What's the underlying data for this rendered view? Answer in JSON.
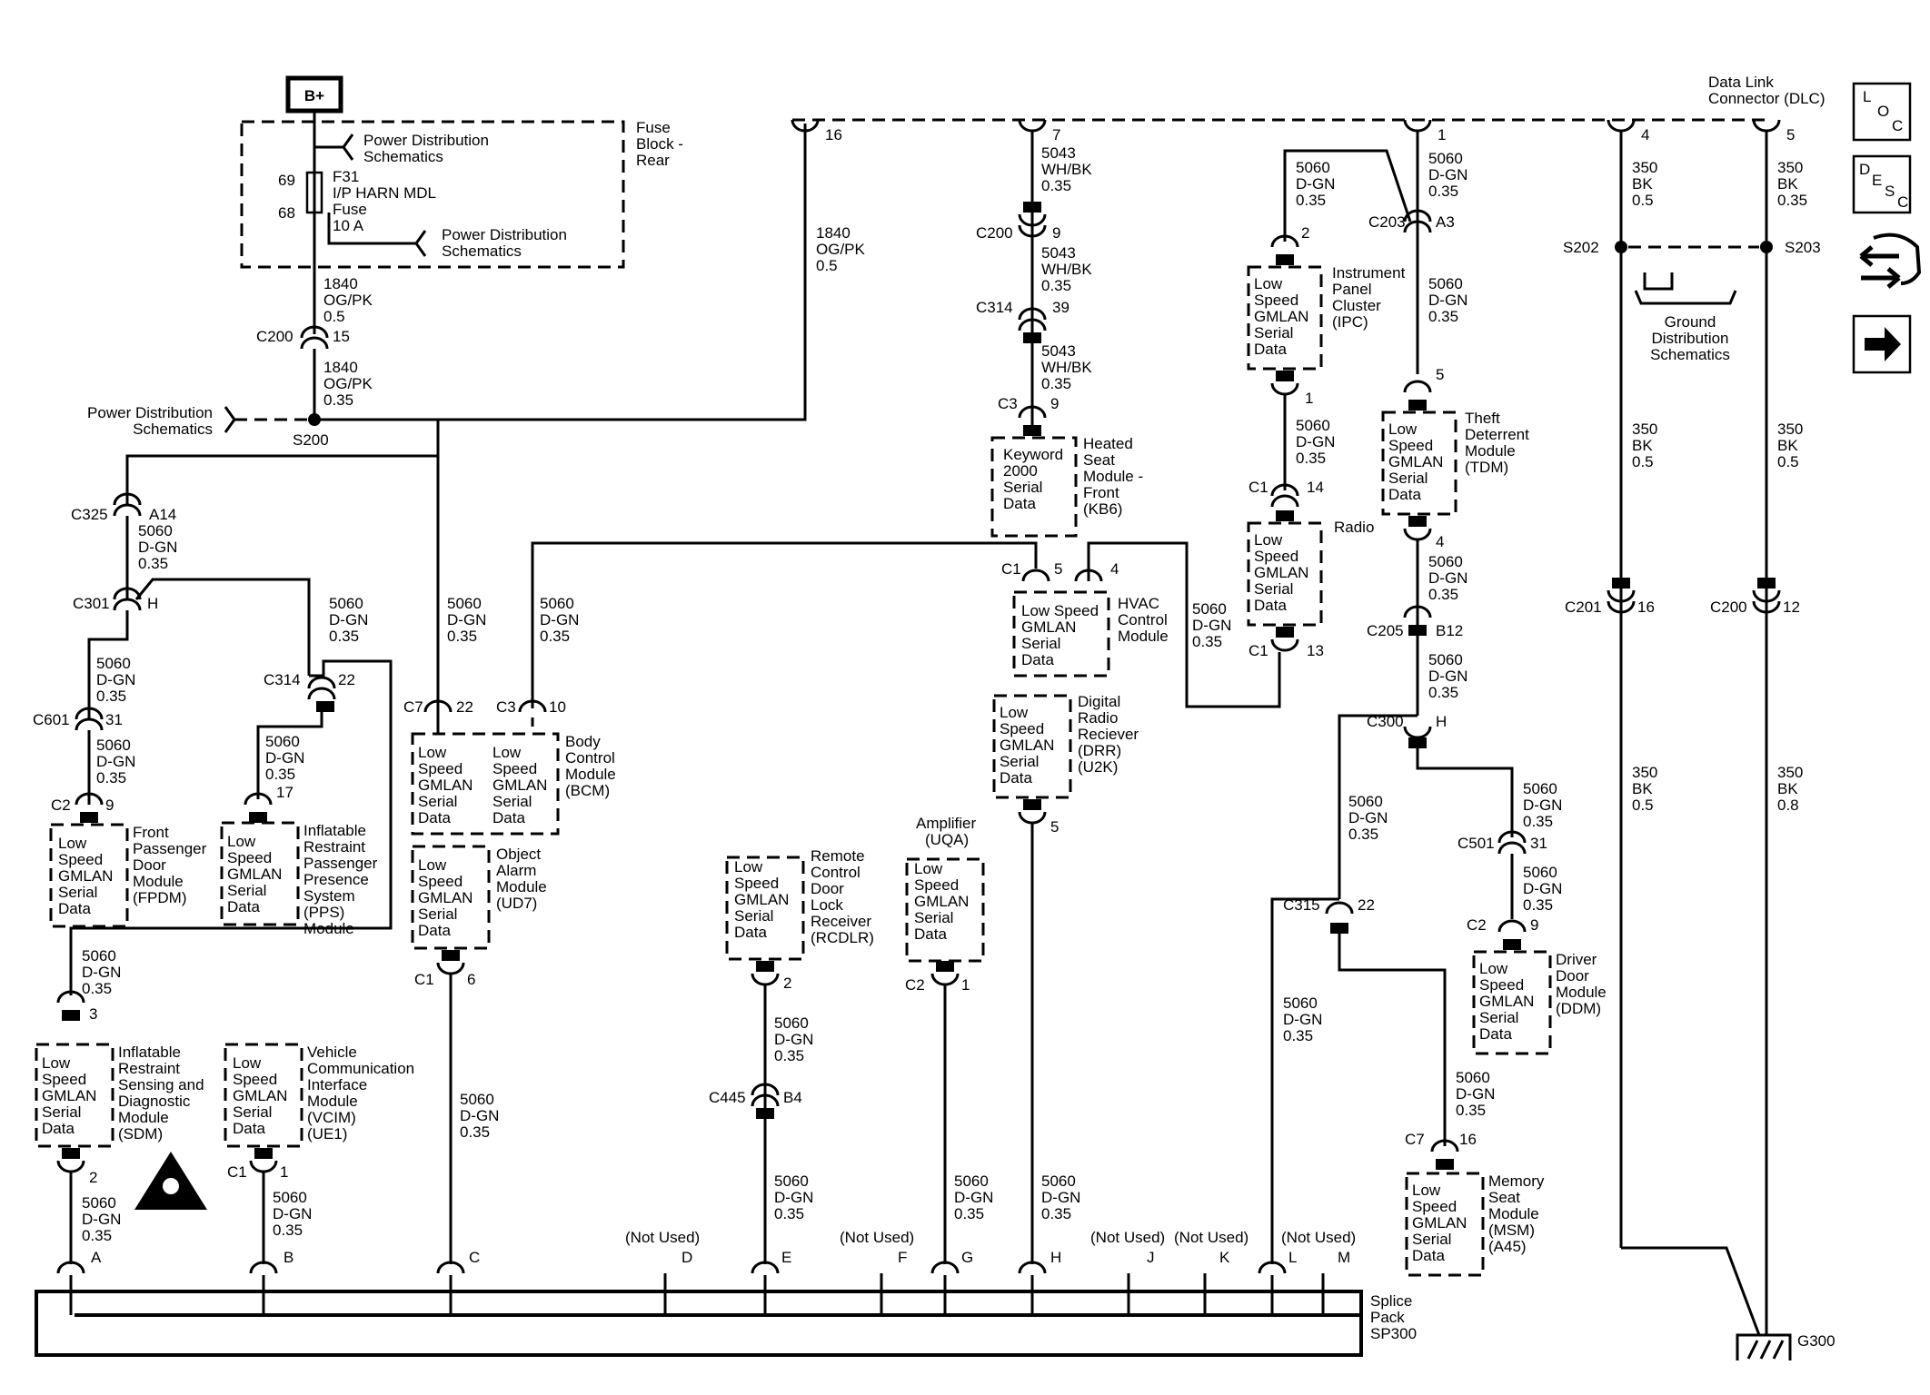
{
  "top": {
    "bplus": "B+",
    "pds1": [
      "Power Distribution",
      "Schematics"
    ],
    "pds2": [
      "Power Distribution",
      "Schematics"
    ],
    "pds3": [
      "Power Distribution",
      "Schematics"
    ],
    "fuse_block": [
      "Fuse",
      "Block -",
      "Rear"
    ],
    "fuse_pin_in": "69",
    "fuse_pin_out": "68",
    "fuse": [
      "F31",
      "I/P HARN MDL",
      "Fuse",
      "10 A"
    ],
    "w1840a": [
      "1840",
      "OG/PK",
      "0.5"
    ],
    "c200": "C200",
    "c200_pin": "15",
    "w1840b": [
      "1840",
      "OG/PK",
      "0.35"
    ],
    "s200": "S200",
    "w1840c": [
      "1840",
      "OG/PK",
      "0.5"
    ],
    "pin16": "16",
    "dlc": [
      "Data Link",
      "Connector (DLC)"
    ],
    "dlc_pins": [
      "7",
      "1",
      "4",
      "5"
    ]
  },
  "sidebar": {
    "loc": [
      "L",
      "O",
      "C"
    ],
    "desc": [
      "D",
      "E",
      "S",
      "C"
    ]
  },
  "wires": {
    "w5060_035": [
      "5060",
      "D-GN",
      "0.35"
    ],
    "w5043": [
      "5043",
      "WH/BK",
      "0.35"
    ],
    "w350_05": [
      "350",
      "BK",
      "0.5"
    ],
    "w350_035": [
      "350",
      "BK",
      "0.35"
    ],
    "w350_08": [
      "350",
      "BK",
      "0.8"
    ]
  },
  "connectors": {
    "c325": "C325",
    "a14": "A14",
    "c301": "C301",
    "h": "H",
    "c601": "C601",
    "p31": "31",
    "c2": "C2",
    "p9": "9",
    "c314": "C314",
    "p22": "22",
    "p17": "17",
    "p3": "3",
    "p2": "2",
    "c1": "C1",
    "p1": "1",
    "c7": "C7",
    "c3": "C3",
    "p10": "10",
    "p6": "6",
    "c200": "C200",
    "p9b": "9",
    "c314b": "C314",
    "p39": "39",
    "c3b": "C3",
    "c1b": "C1",
    "p5": "5",
    "p4": "4",
    "p14": "14",
    "p13": "13",
    "c203": "C203",
    "a3": "A3",
    "c205": "C205",
    "b12": "B12",
    "c300": "C300",
    "c501": "C501",
    "c315": "C315",
    "c7b": "C7",
    "p16": "16",
    "s202": "S202",
    "s203": "S203",
    "c201": "C201",
    "p12": "12",
    "c445": "C445",
    "b4": "B4",
    "g300": "G300"
  },
  "modules": {
    "gmlan": [
      "Low",
      "Speed",
      "GMLAN",
      "Serial",
      "Data"
    ],
    "kw2000": [
      "Keyword",
      "2000",
      "Serial",
      "Data"
    ],
    "hvac_box": [
      "Low Speed",
      "GMLAN",
      "Serial",
      "Data"
    ],
    "fpdm": [
      "Front",
      "Passenger",
      "Door",
      "Module",
      "(FPDM)"
    ],
    "pps": [
      "Inflatable",
      "Restraint",
      "Passenger",
      "Presence",
      "System",
      "(PPS)",
      "Module"
    ],
    "sdm": [
      "Inflatable",
      "Restraint",
      "Sensing and",
      "Diagnostic",
      "Module",
      "(SDM)"
    ],
    "vcim": [
      "Vehicle",
      "Communication",
      "Interface",
      "Module",
      "(VCIM)",
      "(UE1)"
    ],
    "bcm": [
      "Body",
      "Control",
      "Module",
      "(BCM)"
    ],
    "ud7": [
      "Object",
      "Alarm",
      "Module",
      "(UD7)"
    ],
    "rcdlr": [
      "Remote",
      "Control",
      "Door",
      "Lock",
      "Receiver",
      "(RCDLR)"
    ],
    "amp": [
      "Amplifier",
      "(UQA)"
    ],
    "kb6": [
      "Heated",
      "Seat",
      "Module -",
      "Front",
      "(KB6)"
    ],
    "hvac": [
      "HVAC",
      "Control",
      "Module"
    ],
    "drr": [
      "Digital",
      "Radio",
      "Reciever",
      "(DRR)",
      "(U2K)"
    ],
    "ipc": [
      "Instrument",
      "Panel",
      "Cluster",
      "(IPC)"
    ],
    "radio": "Radio",
    "tdm": [
      "Theft",
      "Deterrent",
      "Module",
      "(TDM)"
    ],
    "ddm": [
      "Driver",
      "Door",
      "Module",
      "(DDM)"
    ],
    "msm": [
      "Memory",
      "Seat",
      "Module",
      "(MSM)",
      "(A45)"
    ],
    "ground_dist": [
      "Ground",
      "Distribution",
      "Schematics"
    ]
  },
  "splice": {
    "label": [
      "Splice",
      "Pack",
      "SP300"
    ],
    "pins": [
      "A",
      "B",
      "C",
      "D",
      "E",
      "F",
      "G",
      "H",
      "J",
      "K",
      "L",
      "M"
    ],
    "not_used": "(Not Used)"
  }
}
